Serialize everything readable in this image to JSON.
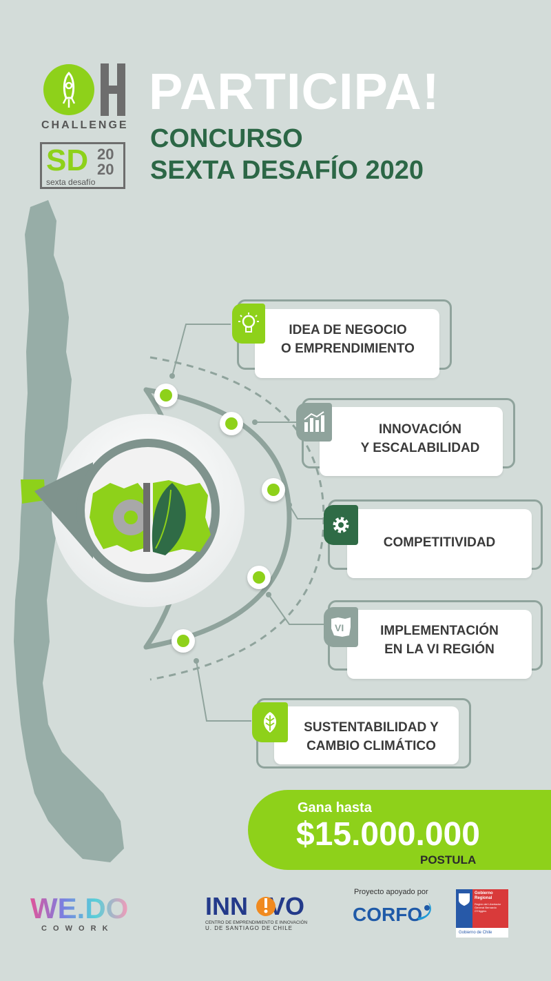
{
  "header": {
    "title": "PARTICIPA!",
    "subtitle_line1": "CONCURSO",
    "subtitle_line2": "SEXTA DESAFÍO 2020"
  },
  "logos": {
    "challenge": "CHALLENGE",
    "sd_main": "SD",
    "sd_year_top": "20",
    "sd_year_bottom": "20",
    "sd_sub": "sexta desafío",
    "wedo": "WE.DO",
    "cowork": "C O W O R K",
    "innovo": "INN   VO",
    "innovo_sub1": "CENTRO DE EMPRENDIMIENTO E INNOVACIÓN",
    "innovo_sub2": "U. DE SANTIAGO DE CHILE",
    "corfo_tag": "Proyecto apoyado por",
    "corfo": "CORFO",
    "gov_line1": "Gobierno",
    "gov_line2": "Regional",
    "gov_line3": "Región del Libertador",
    "gov_line4": "General Bernardo",
    "gov_line5": "O'Higgins",
    "gov_footer": "Gobierno de Chile"
  },
  "criteria": [
    {
      "line1": "IDEA DE NEGOCIO",
      "line2": "O EMPRENDIMIENTO",
      "icon": "lightbulb-icon"
    },
    {
      "line1": "INNOVACIÓN",
      "line2": "Y ESCALABILIDAD",
      "icon": "bar-chart-icon"
    },
    {
      "line1": "COMPETITIVIDAD",
      "line2": "",
      "icon": "gear-icon"
    },
    {
      "line1": "IMPLEMENTACIÓN",
      "line2": "EN LA VI REGIÓN",
      "icon": "region-map-icon",
      "icon_text": "VI"
    },
    {
      "line1": "SUSTENTABILIDAD Y",
      "line2": "CAMBIO CLIMÁTICO",
      "icon": "leaf-icon"
    }
  ],
  "prize": {
    "line1": "Gana hasta",
    "amount": "$15.000.000",
    "cta": "POSTULA"
  },
  "colors": {
    "background": "#d3dcd9",
    "accent_green": "#8ed11a",
    "dark_green": "#2c6746",
    "gray_green": "#8fa39c"
  }
}
